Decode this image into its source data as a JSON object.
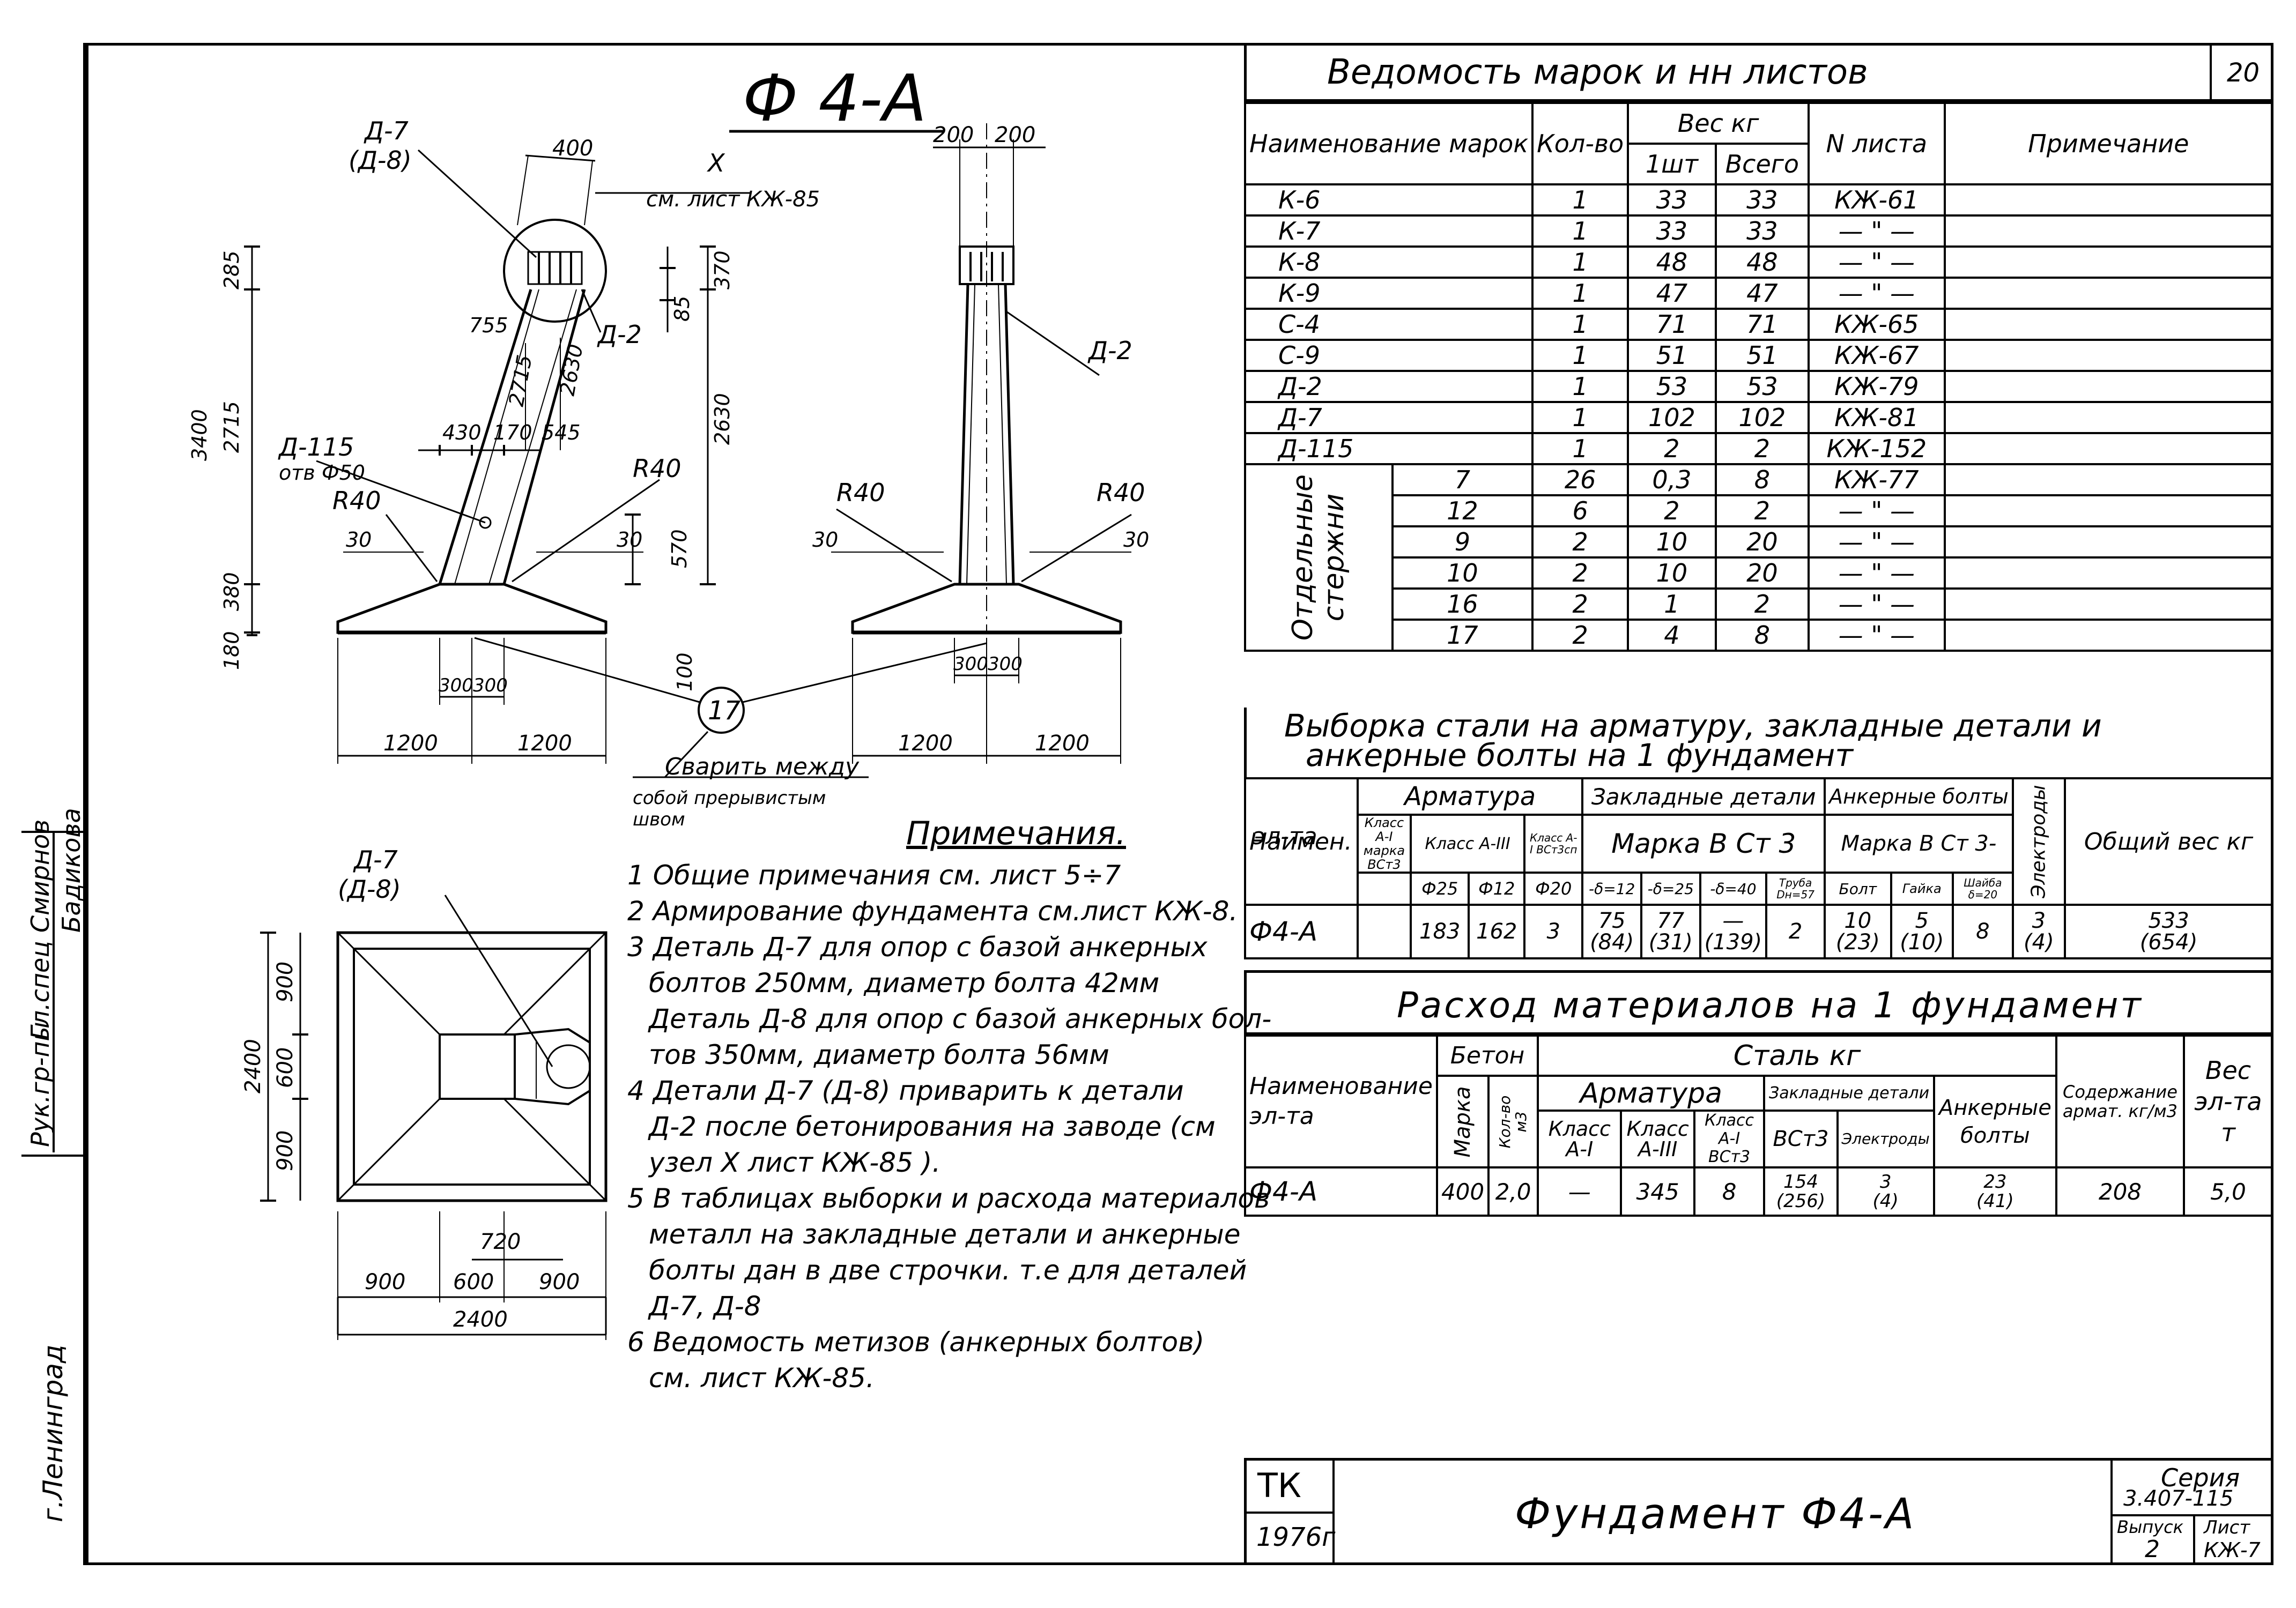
{
  "sheet_number": "20",
  "left_margin": {
    "city": "г.Ленинград",
    "role1": "Рук.гр-пы",
    "role2": "Гл.спец",
    "name1": "Бадикова",
    "name2": "Смирнов"
  },
  "drawing": {
    "title": "Ф 4-А",
    "front": {
      "labels": {
        "d7": "Д-7",
        "d8": "(Д-8)",
        "d2": "Д-2",
        "d115": "Д-115",
        "hole": "отв Ф50",
        "r40a": "R40",
        "r40b": "R40",
        "x_ref": "X",
        "see_sheet": "см. лист КЖ-85"
      },
      "dims": {
        "d400": "400",
        "d285": "285",
        "d370": "370",
        "d85": "85",
        "d755": "755",
        "d2715a": "2715",
        "d2630a": "2630",
        "d2630b": "2630",
        "d3400": "3400",
        "d2715b": "2715",
        "d430": "430",
        "d170": "170",
        "d545": "545",
        "d30a": "30",
        "d30b": "30",
        "d570": "570",
        "d380": "380",
        "d180": "180",
        "d100": "100",
        "d300a": "300",
        "d300b": "300",
        "d1200a": "1200",
        "d1200b": "1200"
      }
    },
    "side": {
      "labels": {
        "d2": "Д-2",
        "r40a": "R40",
        "r40b": "R40"
      },
      "dims": {
        "d200a": "200",
        "d200b": "200",
        "d30a": "30",
        "d30b": "30",
        "d300a": "300",
        "d300b": "300",
        "d1200a": "1200",
        "d1200b": "1200"
      }
    },
    "weld": {
      "callout": "17",
      "line1": "Сварить между",
      "line2": "собой прерывистым",
      "line3": "швом"
    },
    "plan": {
      "labels": {
        "d7": "Д-7",
        "d8": "(Д-8)"
      },
      "dims": {
        "v900a": "900",
        "v600": "600",
        "v900b": "900",
        "v2400": "2400",
        "h720": "720",
        "h900a": "900",
        "h600": "600",
        "h900b": "900",
        "h2400": "2400"
      }
    }
  },
  "notes": {
    "title": "Примечания.",
    "lines": [
      "1 Общие примечания см. лист 5÷7",
      "2 Армирование фундамента см.лист КЖ-8.",
      "3 Деталь Д-7 для опор с базой анкерных",
      "болтов 250мм, диаметр болта 42мм",
      "Деталь Д-8 для опор с базой анкерных бол-",
      "тов 350мм, диаметр болта 56мм",
      "4 Детали Д-7 (Д-8) приварить к детали",
      "Д-2 после бетонирования на заводе (см",
      "узел X лист КЖ-85 ).",
      "5 В таблицах выборки и расхода материалов",
      "металл на закладные детали и анкерные",
      "болты дан в две строчки. т.е для деталей",
      "Д-7, Д-8",
      "6 Ведомость метизов (анкерных болтов)",
      "см. лист КЖ-85."
    ]
  },
  "vedomost": {
    "title": "Ведомость марок и нн листов",
    "headers": {
      "name": "Наименование марок",
      "qty": "Кол-во",
      "weight": "Вес кг",
      "w1": "1шт",
      "wall": "Всего",
      "sheet": "N листа",
      "note": "Примечание"
    },
    "rows": [
      {
        "name": "К-6",
        "qty": "1",
        "w1": "33",
        "wall": "33",
        "sheet": "КЖ-61"
      },
      {
        "name": "К-7",
        "qty": "1",
        "w1": "33",
        "wall": "33",
        "sheet": "— \" —"
      },
      {
        "name": "К-8",
        "qty": "1",
        "w1": "48",
        "wall": "48",
        "sheet": "— \" —"
      },
      {
        "name": "К-9",
        "qty": "1",
        "w1": "47",
        "wall": "47",
        "sheet": "— \" —"
      },
      {
        "name": "С-4",
        "qty": "1",
        "w1": "71",
        "wall": "71",
        "sheet": "КЖ-65"
      },
      {
        "name": "С-9",
        "qty": "1",
        "w1": "51",
        "wall": "51",
        "sheet": "КЖ-67"
      },
      {
        "name": "Д-2",
        "qty": "1",
        "w1": "53",
        "wall": "53",
        "sheet": "КЖ-79"
      },
      {
        "name": "Д-7",
        "qty": "1",
        "w1": "102",
        "wall": "102",
        "sheet": "КЖ-81"
      },
      {
        "name": "Д-115",
        "qty": "1",
        "w1": "2",
        "wall": "2",
        "sheet": "КЖ-152"
      }
    ],
    "group_label": "Отдельные стержни",
    "group_rows": [
      {
        "pos": "7",
        "qty": "26",
        "w1": "0,3",
        "wall": "8",
        "sheet": "КЖ-77"
      },
      {
        "pos": "12",
        "qty": "6",
        "w1": "2",
        "wall": "2",
        "sheet": "— \" —"
      },
      {
        "pos": "9",
        "qty": "2",
        "w1": "10",
        "wall": "20",
        "sheet": "— \" —"
      },
      {
        "pos": "10",
        "qty": "2",
        "w1": "10",
        "wall": "20",
        "sheet": "— \" —"
      },
      {
        "pos": "16",
        "qty": "2",
        "w1": "1",
        "wall": "2",
        "sheet": "— \" —"
      },
      {
        "pos": "17",
        "qty": "2",
        "w1": "4",
        "wall": "8",
        "sheet": "— \" —"
      }
    ]
  },
  "vyborka": {
    "title1": "Выборка стали на арматуру, закладные детали и",
    "title2": "анкерные болты на 1 фундамент",
    "h_name1": "Наимен.",
    "h_name2": "эл-та",
    "h_arm": "Арматура",
    "h_zakl": "Закладные детали",
    "h_ank": "Анкерные болты",
    "h_el": "Электроды",
    "h_total": "Общий вес кг",
    "h_a1": "Класс А-I марка ВСт3",
    "h_a3": "Класс А-III",
    "h_a4": "Класс А-I ВСт3сп",
    "h_zmark": "Марка В Ст 3",
    "h_amark": "Марка В Ст 3-",
    "sub": [
      "Ф25",
      "Ф12",
      "Ф20",
      "-δ=12",
      "-δ=25",
      "-δ=40",
      "Труба Dн=57",
      "Болт",
      "Гайка",
      "Шайба δ=20"
    ],
    "row": {
      "name": "Ф4-А",
      "f25": "183",
      "f12": "162",
      "f20": "3",
      "z12a": "75",
      "z12b": "(84)",
      "z25a": "77",
      "z25b": "(31)",
      "z40a": "—",
      "z40b": "(139)",
      "pipe": "2",
      "bolta": "10",
      "boltb": "(23)",
      "nuta": "5",
      "nutb": "(10)",
      "washer": "8",
      "ela": "3",
      "elb": "(4)",
      "tota": "533",
      "totb": "(654)"
    }
  },
  "rashod": {
    "title": "Расход материалов на 1 фундамент",
    "h_name": "Наименование эл-та",
    "h_beton": "Бетон",
    "h_mark": "Марка",
    "h_vol": "Кол-во м3",
    "h_steel": "Сталь кг",
    "h_arm": "Арматура",
    "h_zakl": "Закладные детали",
    "h_a1": "Класс А-I",
    "h_a3": "Класс А-III",
    "h_va": "Класс А-I ВСт3",
    "h_vst": "ВСт3",
    "h_el": "Электроды",
    "h_ank": "Анкерные болты",
    "h_cont": "Содержание армат. кг/м3",
    "h_wt": "Вес эл-та т",
    "row": {
      "name": "Ф4-А",
      "mark": "400",
      "vol": "2,0",
      "a1": "—",
      "a3": "345",
      "va": "8",
      "vst_a": "154",
      "vst_b": "(256)",
      "el_a": "3",
      "el_b": "(4)",
      "ank_a": "23",
      "ank_b": "(41)",
      "cont": "208",
      "wt": "5,0"
    }
  },
  "stamp": {
    "org": "ТК",
    "year": "1976г",
    "title": "Фундамент Ф4-А",
    "series_label": "Серия",
    "series": "3.407-115",
    "issue_label": "Выпуск",
    "issue": "2",
    "sheet_label": "Лист",
    "sheet": "КЖ-7"
  }
}
